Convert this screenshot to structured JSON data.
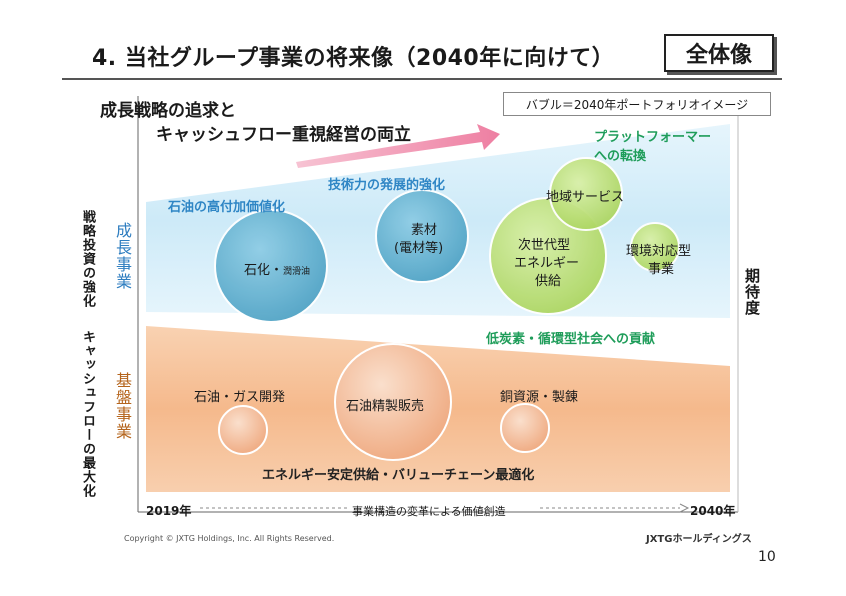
{
  "header": {
    "title": "4. 当社グループ事業の将来像（2040年に向けて）",
    "badge": "全体像"
  },
  "strategy": {
    "line1": "成長戦略の追求と",
    "line2": "キャッシュフロー重視経営の両立"
  },
  "legend": "バブル＝2040年ポートフォリオイメージ",
  "left_labels": {
    "upper": "戦略投資の強化",
    "lower": "キャッシュフローの最大化"
  },
  "segment_labels": {
    "growth": "成長事業",
    "base": "基盤事業"
  },
  "right_label": "期待度",
  "themes": {
    "oil_value": "石油の高付加価値化",
    "tech": "技術力の発展的強化",
    "platform_line1": "プラットフォーマー",
    "platform_line2": "への転換",
    "low_carbon": "低炭素・循環型社会への貢献",
    "energy_supply": "エネルギー安定供給・バリューチェーン最適化"
  },
  "bubbles": {
    "petrochem_main": "石化・",
    "petrochem_sub": "潤滑油",
    "materials_line1": "素材",
    "materials_line2": "(電材等)",
    "next_energy_line1": "次世代型",
    "next_energy_line2": "エネルギー",
    "next_energy_line3": "供給",
    "regional": "地域サービス",
    "env_line1": "環境対応型",
    "env_line2": "事業",
    "oil_gas": "石油・ガス開発",
    "refining": "石油精製販売",
    "copper": "銅資源・製錬"
  },
  "axis": {
    "start": "2019年",
    "middle": "事業構造の変革による価値創造",
    "end": "2040年"
  },
  "footer": {
    "copyright": "Copyright © JXTG Holdings, Inc. All Rights Reserved.",
    "logo": "JXTGホールディングス",
    "page": "10"
  },
  "colors": {
    "growth_band": "#cfeaf7",
    "base_band": "#f6c29a",
    "blue_bubble": "#5fb0cf",
    "green_bubble": "#b3d96a",
    "orange_bubble": "#f0b088",
    "theme_blue": "#2f86c5",
    "theme_green": "#1f9d5a",
    "arrow_pink": "#ef8ba8"
  }
}
